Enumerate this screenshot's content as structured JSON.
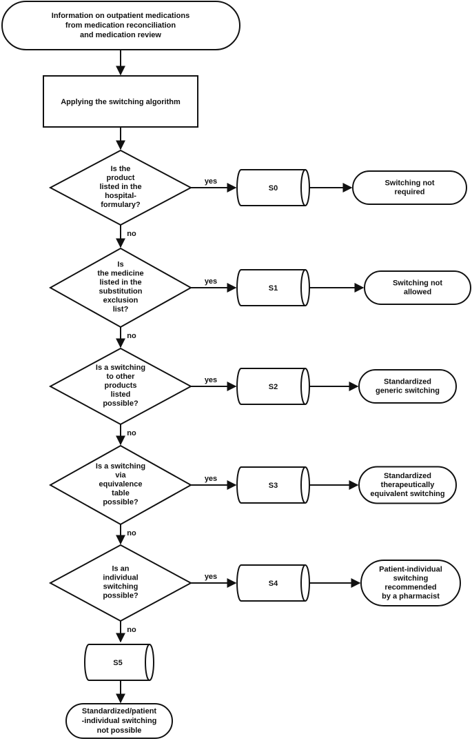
{
  "start": {
    "lines": [
      "Information on outpatient medications",
      "from medication reconciliation",
      "and medication review"
    ]
  },
  "process": {
    "label": "Applying the switching algorithm"
  },
  "decisions": [
    {
      "lines": [
        "Is the",
        "product",
        "listed in the",
        "hospital-",
        "formulary?"
      ],
      "yes_label": "yes",
      "no_label": "no",
      "code": "S0",
      "outcome": [
        "Switching not",
        "required"
      ]
    },
    {
      "lines": [
        "Is",
        "the medicine",
        "listed in the",
        "substitution",
        "exclusion",
        "list?"
      ],
      "yes_label": "yes",
      "no_label": "no",
      "code": "S1",
      "outcome": [
        "Switching not",
        "allowed"
      ]
    },
    {
      "lines": [
        "Is a switching",
        "to other",
        "products",
        "listed",
        "possible?"
      ],
      "yes_label": "yes",
      "no_label": "no",
      "code": "S2",
      "outcome": [
        "Standardized",
        "generic switching"
      ]
    },
    {
      "lines": [
        "Is a switching",
        "via",
        "equivalence",
        "table",
        "possible?"
      ],
      "yes_label": "yes",
      "no_label": "no",
      "code": "S3",
      "outcome": [
        "Standardized",
        "therapeutically",
        "equivalent switching"
      ]
    },
    {
      "lines": [
        "Is an",
        "individual",
        "switching",
        "possible?"
      ],
      "yes_label": "yes",
      "no_label": "no",
      "code": "S4",
      "outcome": [
        "Patient-individual",
        "switching",
        "recommended",
        "by a pharmacist"
      ]
    }
  ],
  "final_code": "S5",
  "end": {
    "lines": [
      "Standardized/patient",
      "-individual switching",
      "not possible"
    ]
  }
}
